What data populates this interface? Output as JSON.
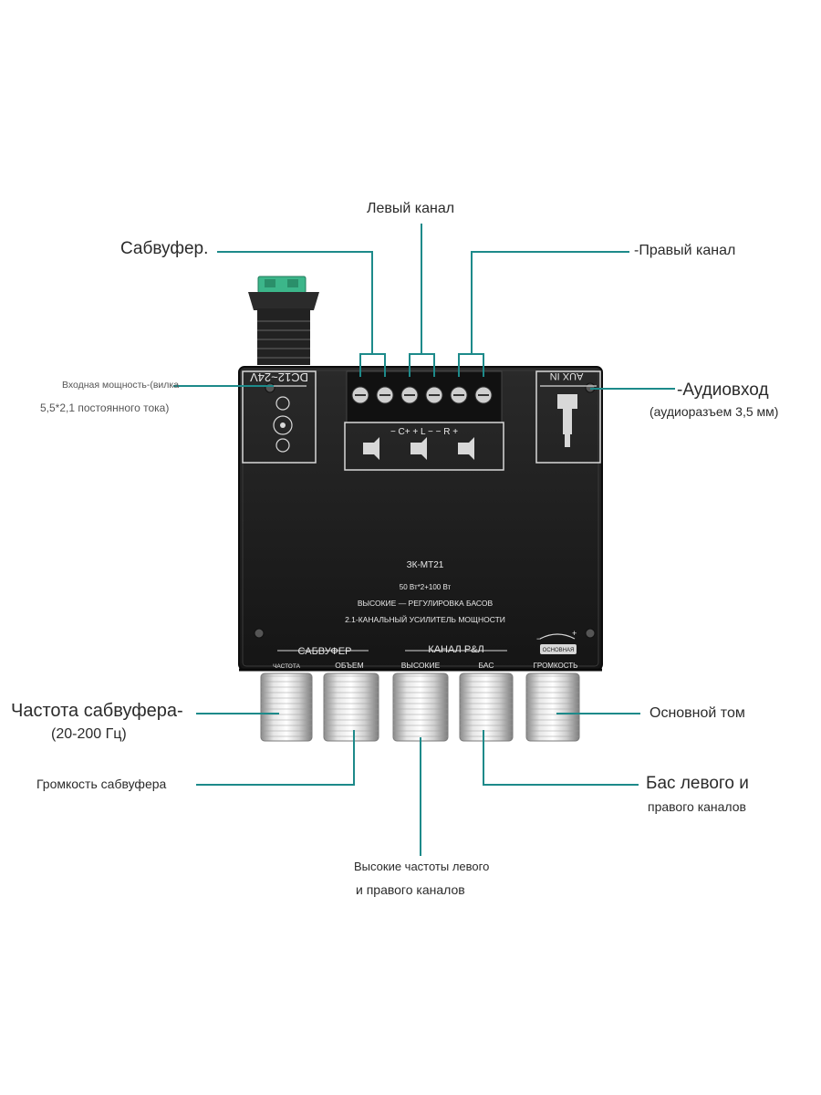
{
  "labels": {
    "left_channel": "Левый канал",
    "subwoofer": "Сабвуфер.",
    "right_channel": "-Правый канал",
    "power_input_line1": "Входная мощность-(вилка",
    "power_input_line2": "5,5*2,1 постоянного тока)",
    "audio_in_line1": "-Аудиовход",
    "audio_in_line2": "(аудиоразъем 3,5 мм)",
    "sub_freq_line1": "Частота сабвуфера-",
    "sub_freq_line2": "(20-200 Гц)",
    "sub_volume": "Громкость сабвуфера",
    "treble_line1": "Высокие частоты левого",
    "treble_line2": "и правого каналов",
    "main_volume": "Основной том",
    "bass_line1": "Бас левого и",
    "bass_line2": "правого каналов"
  },
  "board": {
    "dc_label": "DC12~24V",
    "aux_label": "AUX IN",
    "model": "ЗК-МТ21",
    "power_rating": "50 Вт*2+100 Вт",
    "tagline": "ВЫСОКИЕ — РЕГУЛИРОВКА БАСОВ",
    "description": "2.1-КАНАЛЬНЫЙ УСИЛИТЕЛЬ МОЩНОСТИ",
    "section_sub": "САБВУФЕР",
    "section_lr": "КАНАЛ Р&Л",
    "knob_freq": "ЧАСТОТА",
    "knob_volume": "ОБЪЕМ",
    "knob_treble": "ВЫСОКИЕ",
    "knob_bass": "БАС",
    "knob_master": "ГРОМКОСТЬ",
    "master_badge": "ОСНОВНАЯ",
    "master_sign_minus": "−",
    "master_sign_plus": "+",
    "terminal_signs": "−   C+  + L −  − R +"
  },
  "colors": {
    "leader_line": "#1d8a8a",
    "board": "#1f1f1f",
    "connector": "#3cb68a",
    "text": "#2b2b2b"
  }
}
